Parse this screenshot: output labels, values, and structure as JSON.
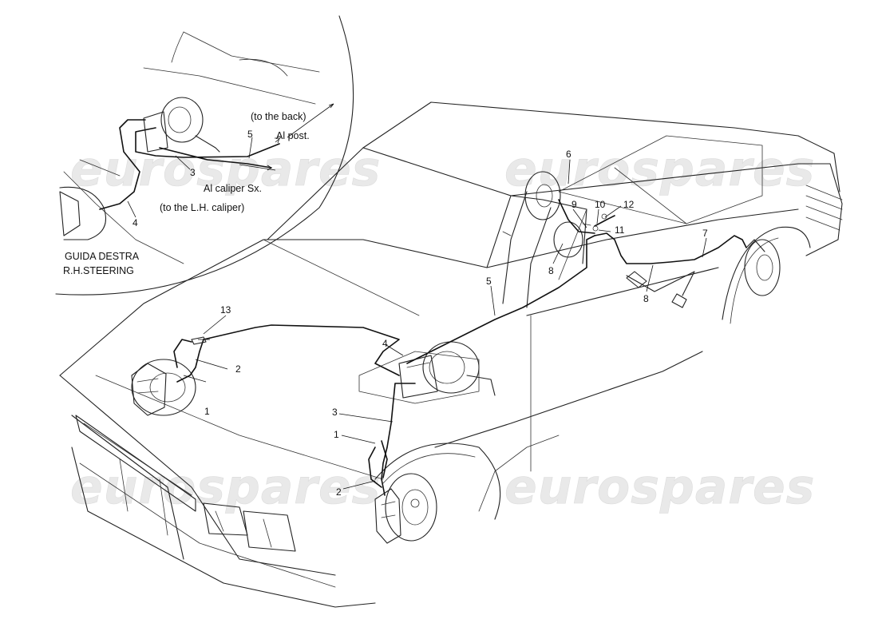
{
  "watermark": "eurospares",
  "inset": {
    "notes": {
      "to_back": "(to the back)",
      "al_post": "Al post.",
      "al_caliper": "Al caliper Sx.",
      "to_lh_caliper": "(to the L.H. caliper)",
      "guida_destra": "GUIDA DESTRA",
      "rh_steering": "R.H.STEERING"
    },
    "callouts": {
      "c5": "5",
      "c3": "3",
      "c4": "4"
    }
  },
  "callouts": {
    "c1_left": "1",
    "c2_left": "2",
    "c13": "13",
    "c1_right": "1",
    "c2_right": "2",
    "c3": "3",
    "c4": "4",
    "c5": "5",
    "c6": "6",
    "c7": "7",
    "c8_upper": "8",
    "c8_lower": "8",
    "c9": "9",
    "c10": "10",
    "c11": "11",
    "c12": "12"
  }
}
